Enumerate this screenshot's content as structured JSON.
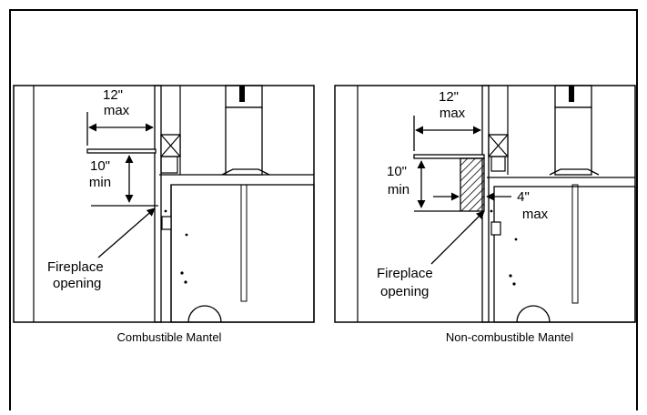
{
  "panels": [
    {
      "caption": "Combustible Mantel",
      "depth_value": "12\"",
      "depth_unit": "max",
      "clearance_value": "10\"",
      "clearance_unit": "min",
      "opening_line1": "Fireplace",
      "opening_line2": "opening"
    },
    {
      "caption": "Non-combustible Mantel",
      "depth_value": "12\"",
      "depth_unit": "max",
      "clearance_value": "10\"",
      "clearance_unit": "min",
      "opening_line1": "Fireplace",
      "opening_line2": "opening",
      "projection_value": "4\"",
      "projection_unit": "max"
    }
  ]
}
